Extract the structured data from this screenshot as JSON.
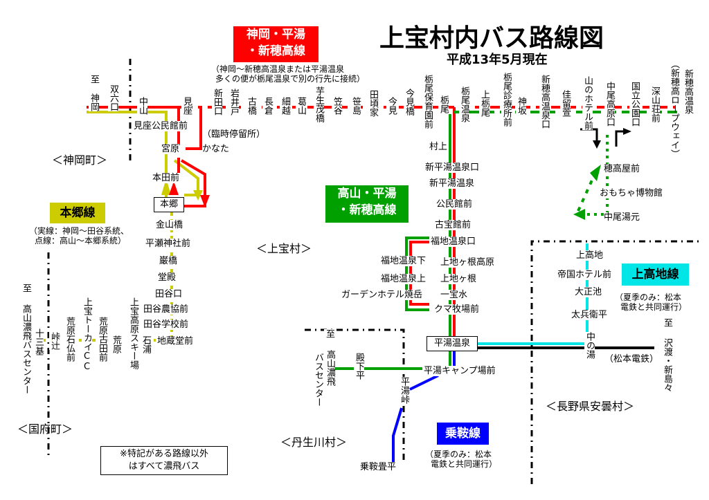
{
  "title": "上宝村内バス路線図",
  "subtitle": "平成13年5月現在",
  "colors": {
    "kamioka_line": "#ff0000",
    "takayama_line": "#00a000",
    "hongo_line": "#cccc00",
    "kamikochi_line": "#00e5e5",
    "norikura_line": "#0000ff",
    "matsumoto_dentetsu": "#000000"
  },
  "routes": {
    "kamioka": {
      "line1": "神岡・平湯",
      "line2": "・新穂高線",
      "note1": "（神岡〜新穂高温泉または平湯温泉",
      "note2": "多くの便が栃尾温泉で別の行先に接続）"
    },
    "takayama": {
      "line1": "高山・平湯",
      "line2": "・新穂高線"
    },
    "hongo": {
      "label": "本郷線",
      "note1": "（実線：神岡〜田谷系統、",
      "note2": "点線：高山〜本郷系統）"
    },
    "kamikochi": {
      "label": "上高地線",
      "note1": "（夏季のみ：松本",
      "note2": "電鉄と共同運行）"
    },
    "norikura": {
      "label": "乗鞍線",
      "note1": "（夏季のみ：松本",
      "note2": "電鉄と共同運行）"
    }
  },
  "top_stations": [
    "神岡",
    "双六口",
    "中山",
    "見座",
    "新田口",
    "岩井戸",
    "古橋",
    "長倉",
    "細越",
    "葛山",
    "芋生茂橋",
    "笠谷",
    "笹島",
    "田頃家",
    "今見",
    "今見橋",
    "栃尾保育園前",
    "栃尾",
    "栃尾温泉",
    "上栃尾",
    "栃尾診療所前",
    "神坂",
    "新穂高温泉口",
    "佳留萱",
    "山のホテル前",
    "中尾高原口",
    "国立公園口",
    "深山荘前",
    "新穂高温泉"
  ],
  "to_mark": "至",
  "ropeway": "（新穂高ロープウェイ）",
  "hongo_stations": {
    "mizakominkan": "見座公民館前",
    "rinji": "（臨時停留所）",
    "kanata": "かなた",
    "miyahara": "宮原",
    "hondamae": "本田前",
    "hongo": "本郷",
    "kanayamabashi": "金山橋",
    "hirase": "平瀬神社前",
    "iwaobashi": "巌橋",
    "doden": "堂殿",
    "tanioguchi": "田谷口",
    "tanionokyo": "田谷農協前",
    "taniogakko": "田谷学校前",
    "jizodo": "地蔵堂前"
  },
  "kokufu_stations": [
    "高山濃飛バスセンター",
    "十三基",
    "峠辻",
    "荒原石仏前",
    "上宝トーカイCC",
    "荒原古田前",
    "荒原",
    "上宝高原スキー場",
    "石浦"
  ],
  "hirayu_stations": {
    "murakami": "村上",
    "shinhirayuguchi": "新平湯温泉口",
    "shinhirayu": "新平湯温泉",
    "kominkan": "公民館前",
    "kohokan": "古宝館前",
    "fukujiguchi": "福地温泉口",
    "fukujishita": "福地温泉下",
    "kamijiganekogen": "上地ヶ根高原",
    "fukujiue": "福地温泉上",
    "kamijigane": "上地ヶ根",
    "garden": "ガーデンホテル焼岳",
    "ippousui": "一宝水",
    "kuma": "クマ牧場前",
    "hirayu": "平湯温泉",
    "camp": "平湯キャンプ場前",
    "takayama1": "高山濃飛",
    "takayama2": "バスセンター",
    "tongedaira": "殿下平",
    "hirayutoge": "平湯峠",
    "tatamidaira": "乗鞍畳平"
  },
  "nakao_stations": {
    "hotakaya": "穂高屋前",
    "omocha": "おもちゃ博物館",
    "nakaoyumoto": "中尾湯元"
  },
  "kamikochi_stations": {
    "kamikochi": "上高地",
    "teikoku": "帝国ホテル前",
    "taisho": "大正池",
    "tabee": "太兵衛平",
    "nakanoyu": "中の湯",
    "matsuden": "（松本電鉄）",
    "sawando": "沢渡・新島々"
  },
  "regions": {
    "kamioka": "＜神岡町＞",
    "kamitakara": "＜上宝村＞",
    "kokufu": "＜国府町＞",
    "nyukawa": "＜丹生川村＞",
    "azumi": "＜長野県安曇村＞"
  },
  "footnote": {
    "line1": "※特記がある路線以外",
    "line2": "はすべて濃飛バス"
  }
}
